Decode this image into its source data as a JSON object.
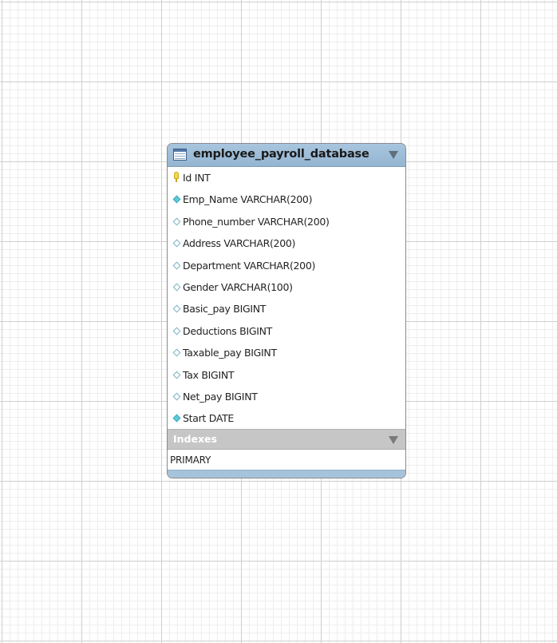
{
  "table": {
    "name": "employee_payroll_database",
    "columns": [
      {
        "label": "Id INT",
        "marker": "key-icon"
      },
      {
        "label": "Emp_Name VARCHAR(200)",
        "marker": "filled-diamond-icon"
      },
      {
        "label": "Phone_number VARCHAR(200)",
        "marker": "empty-diamond-icon"
      },
      {
        "label": "Address VARCHAR(200)",
        "marker": "empty-diamond-icon"
      },
      {
        "label": "Department VARCHAR(200)",
        "marker": "empty-diamond-icon"
      },
      {
        "label": "Gender VARCHAR(100)",
        "marker": "empty-diamond-icon"
      },
      {
        "label": "Basic_pay BIGINT",
        "marker": "empty-diamond-icon"
      },
      {
        "label": "Deductions BIGINT",
        "marker": "empty-diamond-icon"
      },
      {
        "label": "Taxable_pay BIGINT",
        "marker": "empty-diamond-icon"
      },
      {
        "label": "Tax BIGINT",
        "marker": "empty-diamond-icon"
      },
      {
        "label": "Net_pay BIGINT",
        "marker": "empty-diamond-icon"
      },
      {
        "label": "Start DATE",
        "marker": "filled-diamond-icon"
      }
    ],
    "indexes_label": "Indexes",
    "indexes": [
      "PRIMARY"
    ]
  },
  "colors": {
    "header": "#a8c5de",
    "indexes_header": "#c6c6c6",
    "not_null_marker": "#5ecbd9",
    "primary_key": "#f2d94a"
  }
}
